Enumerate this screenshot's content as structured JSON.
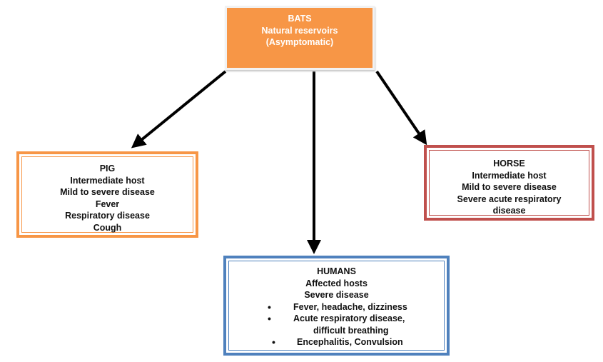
{
  "diagram": {
    "type": "flowchart",
    "colors": {
      "source_fill": "#f79646",
      "pig_border": "#f79646",
      "horse_border": "#c0504d",
      "humans_border": "#4f81bd",
      "arrow": "#000000"
    },
    "nodes": {
      "bats": {
        "lines": [
          "BATS",
          "Natural reservoirs",
          "(Asymptomatic)"
        ]
      },
      "pig": {
        "lines": [
          "PIG",
          "Intermediate host",
          "Mild to severe disease",
          "Fever",
          "Respiratory disease",
          "Cough"
        ]
      },
      "horse": {
        "lines": [
          "HORSE",
          "Intermediate host",
          "Mild to severe disease",
          "Severe acute respiratory",
          "disease"
        ]
      },
      "humans": {
        "lines": [
          "HUMANS",
          "Affected hosts",
          "Severe disease"
        ],
        "bullet_symbol": "•",
        "bullets": [
          {
            "text": "Fever, headache, dizziness"
          },
          {
            "text": "Acute respiratory disease,",
            "continuation": "difficult breathing"
          },
          {
            "text": "Encephalitis, Convulsion"
          }
        ]
      }
    },
    "edges": [
      {
        "from": "bats",
        "to": "pig"
      },
      {
        "from": "bats",
        "to": "humans"
      },
      {
        "from": "bats",
        "to": "horse"
      }
    ]
  }
}
